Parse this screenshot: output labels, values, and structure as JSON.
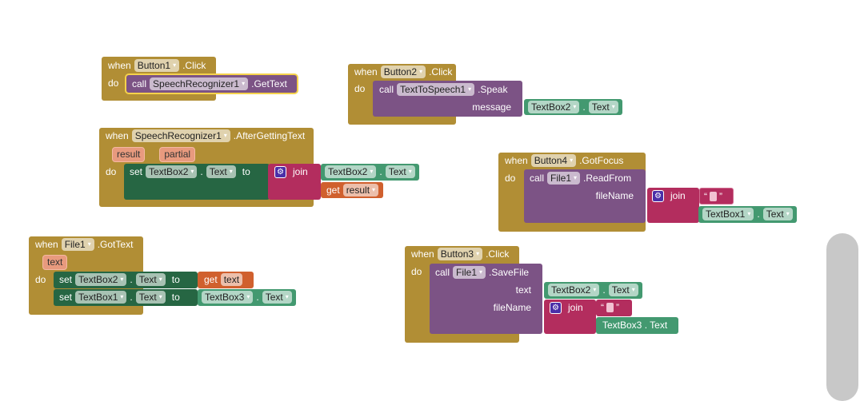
{
  "kw": {
    "when": "when",
    "do": "do",
    "call": "call",
    "set": "set",
    "to": "to",
    "join": "join",
    "get": "get",
    "dot": ".",
    "open_q": "“",
    "close_q": "”",
    "dd": "▾"
  },
  "b1": {
    "component": "Button1",
    "event": ".Click",
    "target": "SpeechRecognizer1",
    "method": ".GetText"
  },
  "b2": {
    "component": "Button2",
    "event": ".Click",
    "target": "TextToSpeech1",
    "method": ".Speak",
    "arg": "message",
    "val_comp": "TextBox2",
    "val_prop": "Text"
  },
  "b3": {
    "component": "SpeechRecognizer1",
    "event": ".AfterGettingText",
    "params": [
      "result",
      "partial"
    ],
    "set_comp": "TextBox2",
    "set_prop": "Text",
    "j_comp": "TextBox2",
    "j_prop": "Text",
    "get_var": "result"
  },
  "b4": {
    "component": "Button4",
    "event": ".GotFocus",
    "target": "File1",
    "method": ".ReadFrom",
    "arg": "fileName",
    "j_comp": "TextBox1",
    "j_prop": "Text"
  },
  "b5": {
    "component": "File1",
    "event": ".GotText",
    "param": "text",
    "s1_comp": "TextBox2",
    "s1_prop": "Text",
    "get_var": "text",
    "s2_comp": "TextBox1",
    "s2_prop": "Text",
    "s2_val_comp": "TextBox3",
    "s2_val_prop": "Text"
  },
  "b6": {
    "component": "Button3",
    "event": ".Click",
    "target": "File1",
    "method": ".SaveFile",
    "arg1": "text",
    "arg2": "fileName",
    "v_comp": "TextBox2",
    "v_prop": "Text",
    "j2": "TextBox3 . Text"
  }
}
